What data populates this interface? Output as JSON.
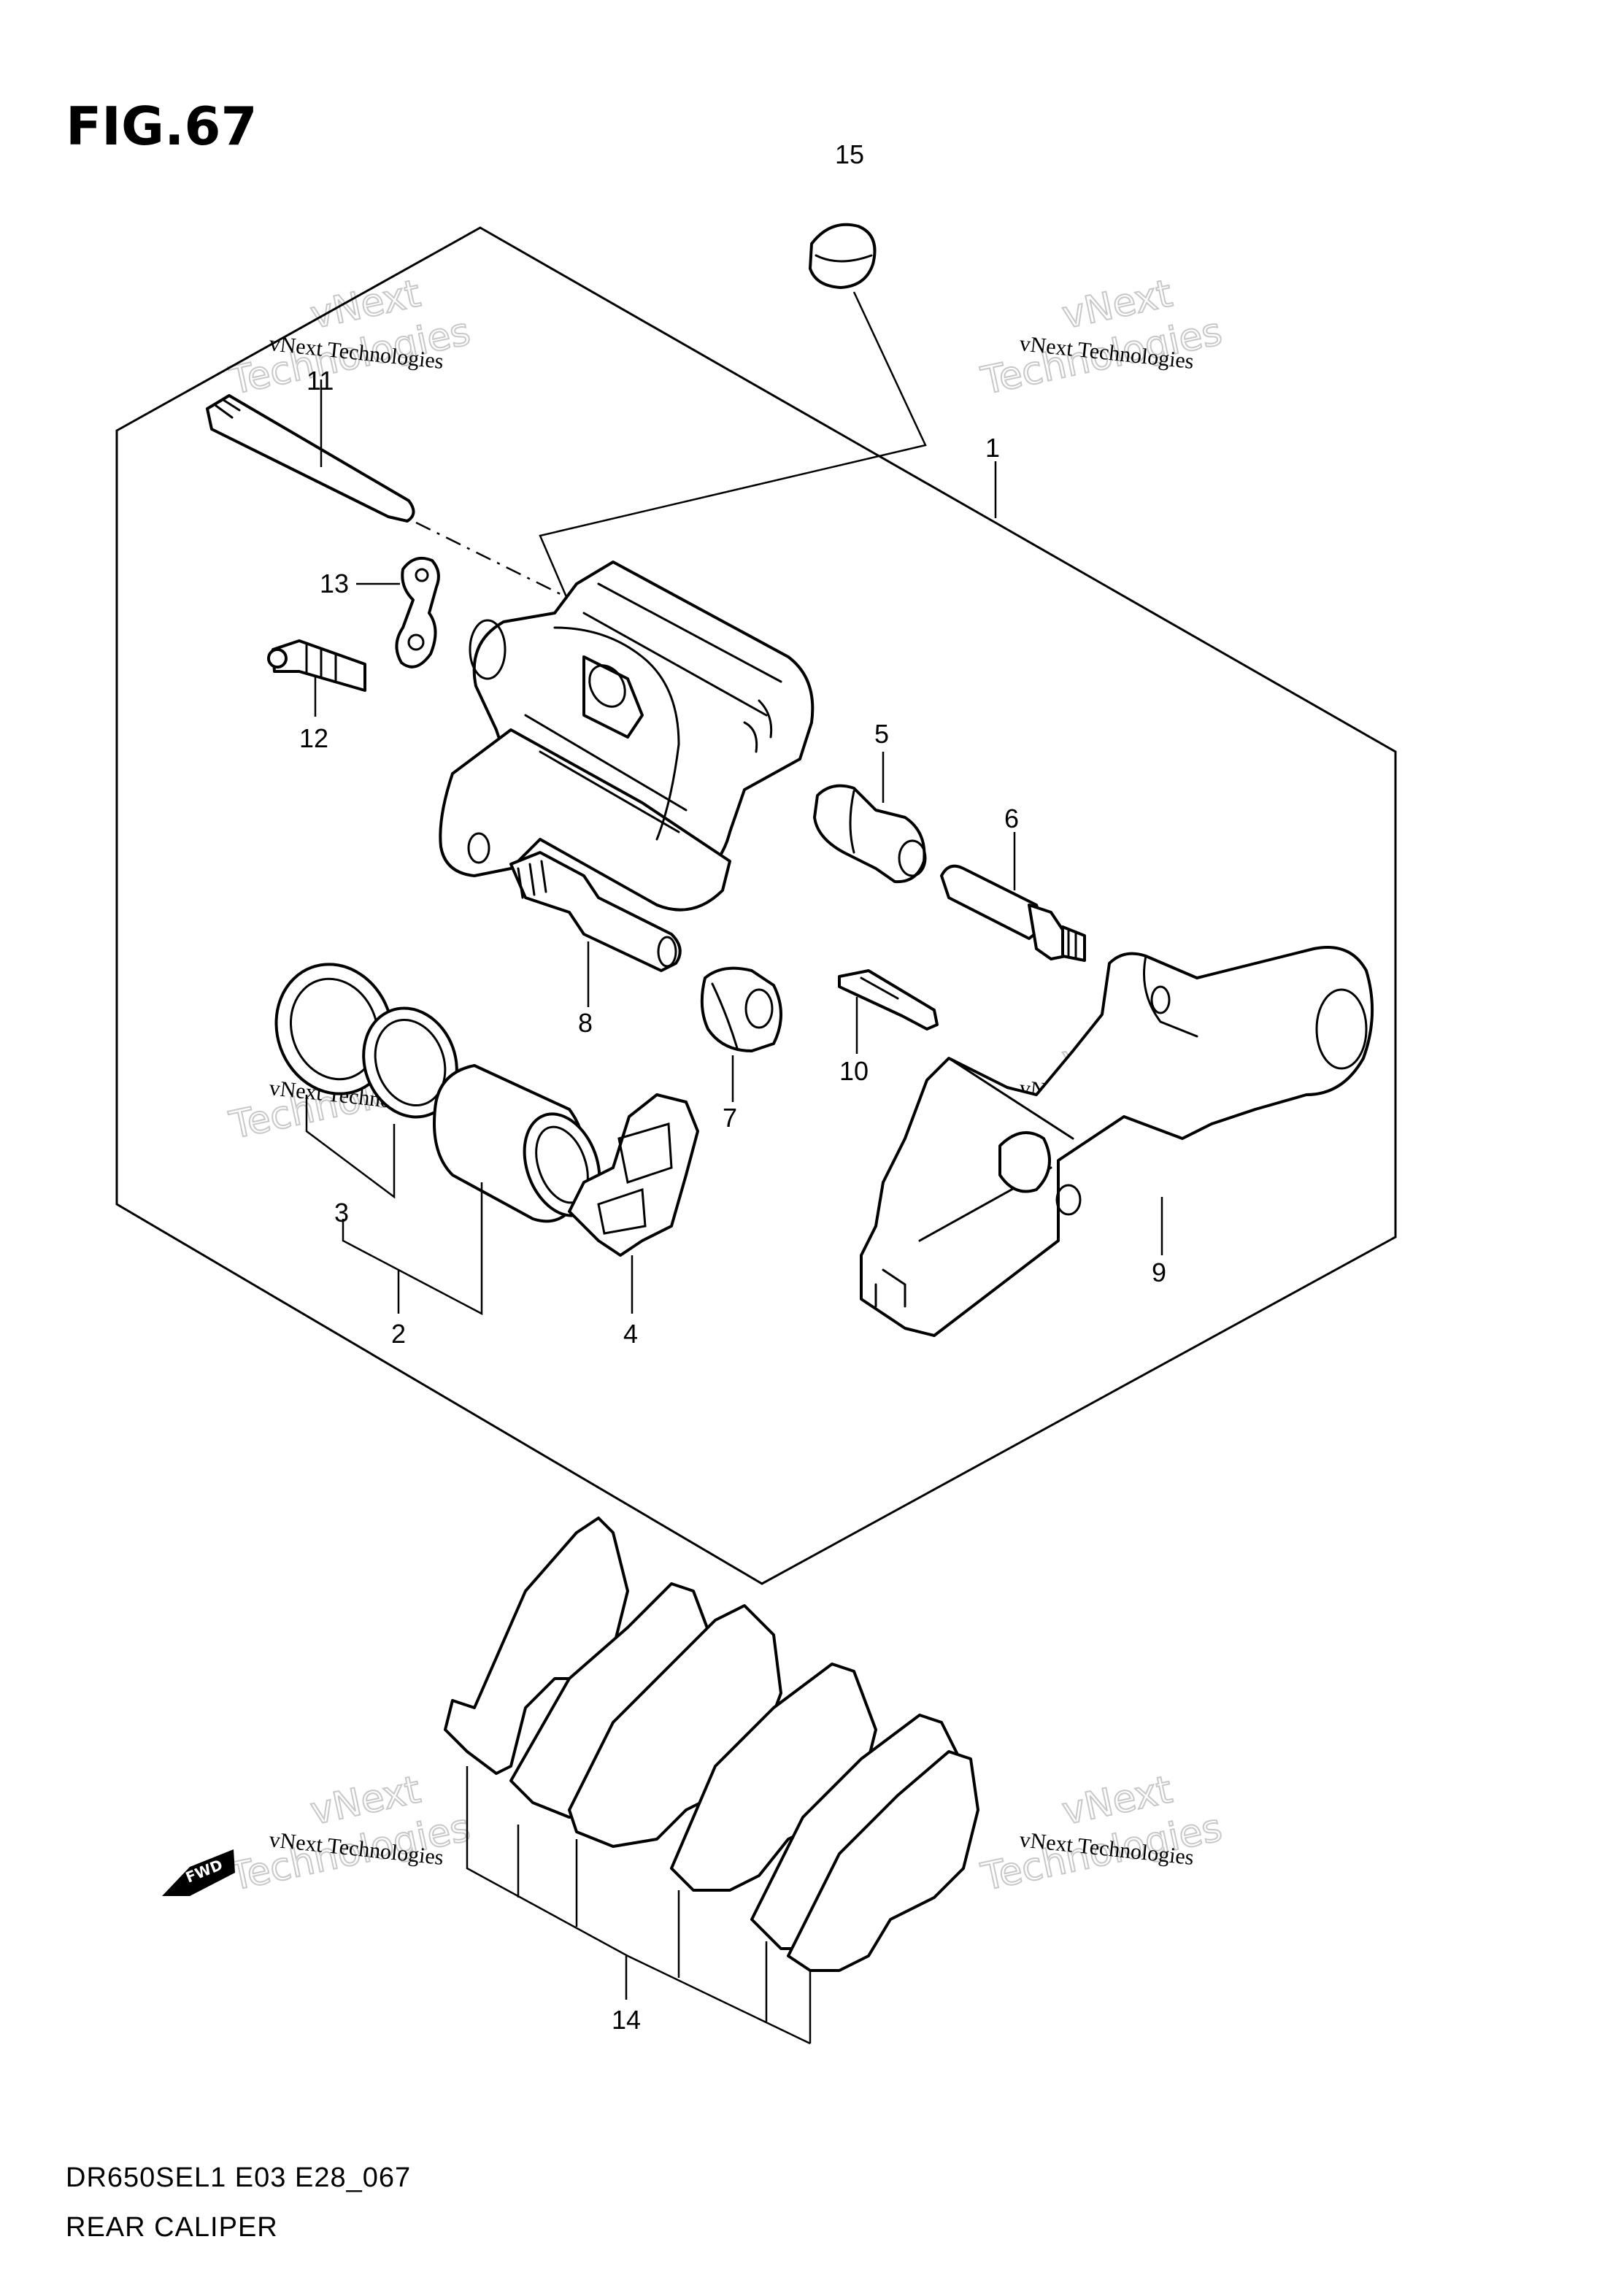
{
  "figure": {
    "title": "FIG.67",
    "model_code": "DR650SEL1 E03 E28_067",
    "section_name": "REAR CALIPER"
  },
  "callouts": [
    {
      "id": "c1",
      "label": "1"
    },
    {
      "id": "c2",
      "label": "2"
    },
    {
      "id": "c3",
      "label": "3"
    },
    {
      "id": "c4",
      "label": "4"
    },
    {
      "id": "c5",
      "label": "5"
    },
    {
      "id": "c6",
      "label": "6"
    },
    {
      "id": "c7",
      "label": "7"
    },
    {
      "id": "c8",
      "label": "8"
    },
    {
      "id": "c9",
      "label": "9"
    },
    {
      "id": "c10",
      "label": "10"
    },
    {
      "id": "c11",
      "label": "11"
    },
    {
      "id": "c12",
      "label": "12"
    },
    {
      "id": "c13",
      "label": "13"
    },
    {
      "id": "c14",
      "label": "14"
    },
    {
      "id": "c15",
      "label": "15"
    }
  ],
  "watermark": {
    "line_small": "vNext Technologies",
    "line_top": "vNext",
    "line_bottom": "Technologies"
  },
  "fwd_badge": {
    "label": "FWD"
  }
}
